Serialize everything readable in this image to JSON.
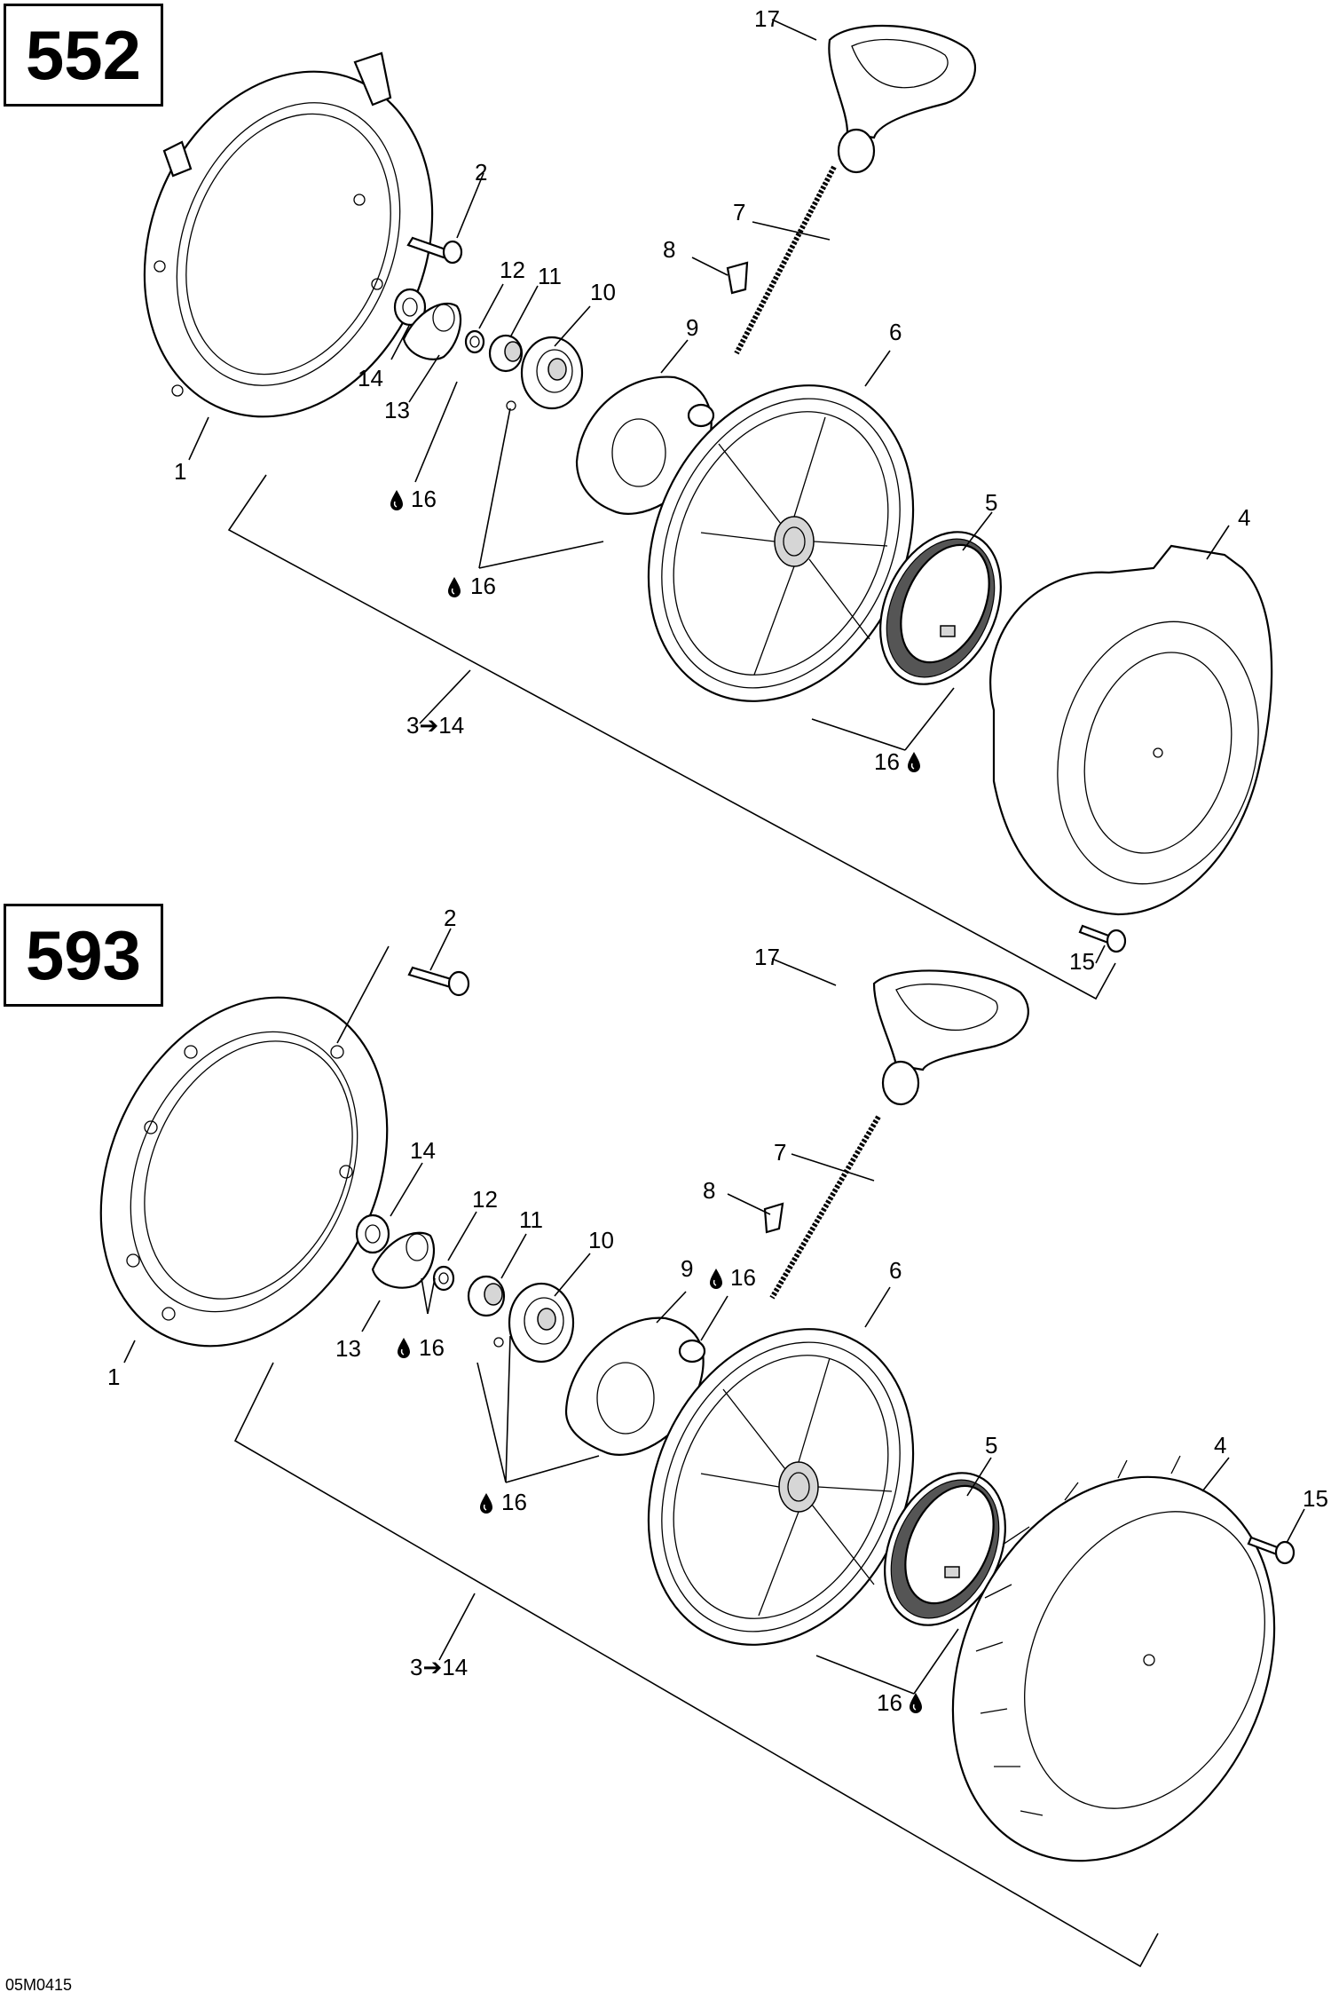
{
  "upper_assembly": {
    "model": "552",
    "callouts": {
      "c1": "1",
      "c2": "2",
      "c4": "4",
      "c5": "5",
      "c6": "6",
      "c7": "7",
      "c8": "8",
      "c9": "9",
      "c10": "10",
      "c11": "11",
      "c12": "12",
      "c13": "13",
      "c14": "14",
      "c15": "15",
      "c17": "17",
      "lube_a": "16",
      "lube_b": "16",
      "lube_c": "16",
      "kit": "3➔14"
    }
  },
  "lower_assembly": {
    "model": "593",
    "callouts": {
      "c1": "1",
      "c2": "2",
      "c4": "4",
      "c5": "5",
      "c6": "6",
      "c7": "7",
      "c8": "8",
      "c9": "9",
      "c10": "10",
      "c11": "11",
      "c12": "12",
      "c13": "13",
      "c14": "14",
      "c15": "15",
      "c17": "17",
      "lube_a": "16",
      "lube_b": "16",
      "lube_c": "16",
      "lube_d": "16",
      "kit": "3➔14"
    }
  },
  "lube_icon": "oil-drop-icon",
  "drawing_code": "05M0415"
}
